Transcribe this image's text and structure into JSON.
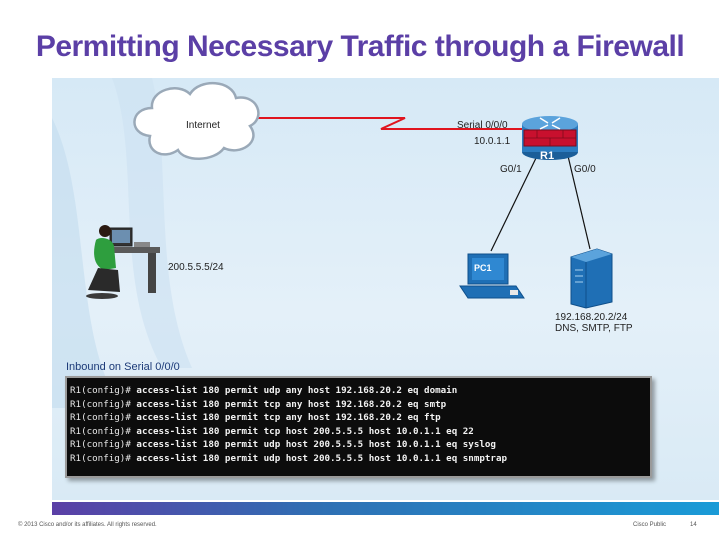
{
  "title": "Permitting Necessary Traffic through a Firewall",
  "diagram": {
    "internet_label": "Internet",
    "serial_interface": "Serial 0/0/0",
    "serial_ip": "10.0.1.1",
    "router_name": "R1",
    "g01_label": "G0/1",
    "g00_label": "G0/0",
    "external_host_ip": "200.5.5.5/24",
    "pc_label": "PC1",
    "server_ip": "192.168.20.2/24",
    "server_services": "DNS, SMTP, FTP"
  },
  "inbound_label": "Inbound on Serial 0/0/0",
  "cli": {
    "prompt": "R1(config)#",
    "lines": [
      "access-list 180 permit udp any host 192.168.20.2 eq domain",
      "access-list 180 permit tcp any host 192.168.20.2 eq smtp",
      "access-list 180 permit tcp any host 192.168.20.2 eq ftp",
      "access-list 180 permit tcp host 200.5.5.5 host 10.0.1.1 eq 22",
      "access-list 180 permit udp host 200.5.5.5 host 10.0.1.1 eq syslog",
      "access-list 180 permit udp host 200.5.5.5 host 10.0.1.1 eq snmptrap"
    ]
  },
  "footer": {
    "copyright": "© 2013 Cisco and/or its affiliates. All rights reserved.",
    "classification": "Cisco Public",
    "page": "14"
  },
  "colors": {
    "title": "#5b3fa6",
    "link_red": "#e0141e",
    "router_red": "#c8102e",
    "device_blue": "#1f6fb5"
  }
}
